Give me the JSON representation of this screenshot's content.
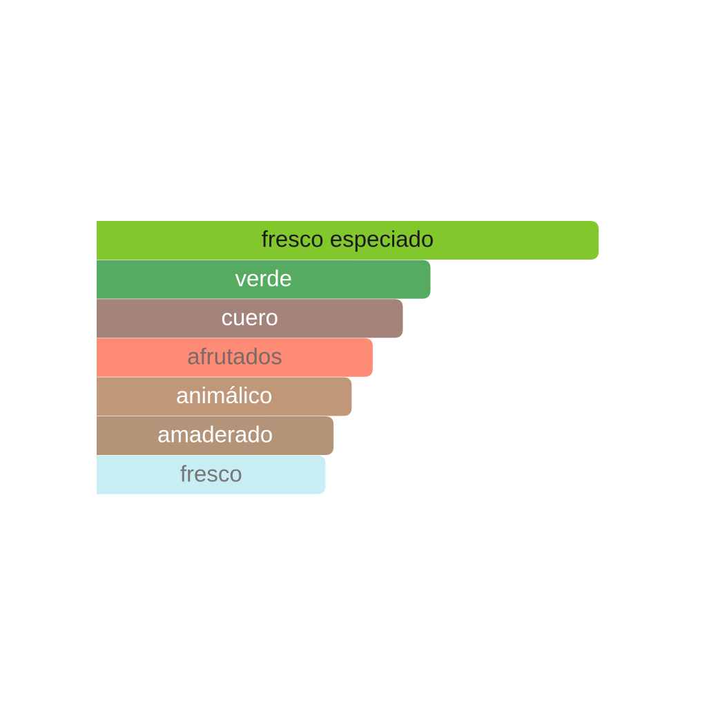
{
  "chart_data": {
    "type": "bar",
    "orientation": "horizontal",
    "categories": [
      "fresco especiado",
      "verde",
      "cuero",
      "afrutados",
      "animálico",
      "amaderado",
      "fresco"
    ],
    "values": [
      100,
      66.5,
      61,
      55,
      50.8,
      47.2,
      45.6
    ],
    "xlim": [
      0,
      100
    ],
    "bar_colors": [
      "#82c82c",
      "#55ab5f",
      "#a4837a",
      "#fd8b75",
      "#c1977a",
      "#b39478",
      "#c8eef4"
    ],
    "label_colors": [
      "#1a1a1a",
      "#ffffff",
      "#ffffff",
      "#7a6a66",
      "#ffffff",
      "#ffffff",
      "#777777"
    ],
    "grid": false,
    "legend": "none"
  }
}
